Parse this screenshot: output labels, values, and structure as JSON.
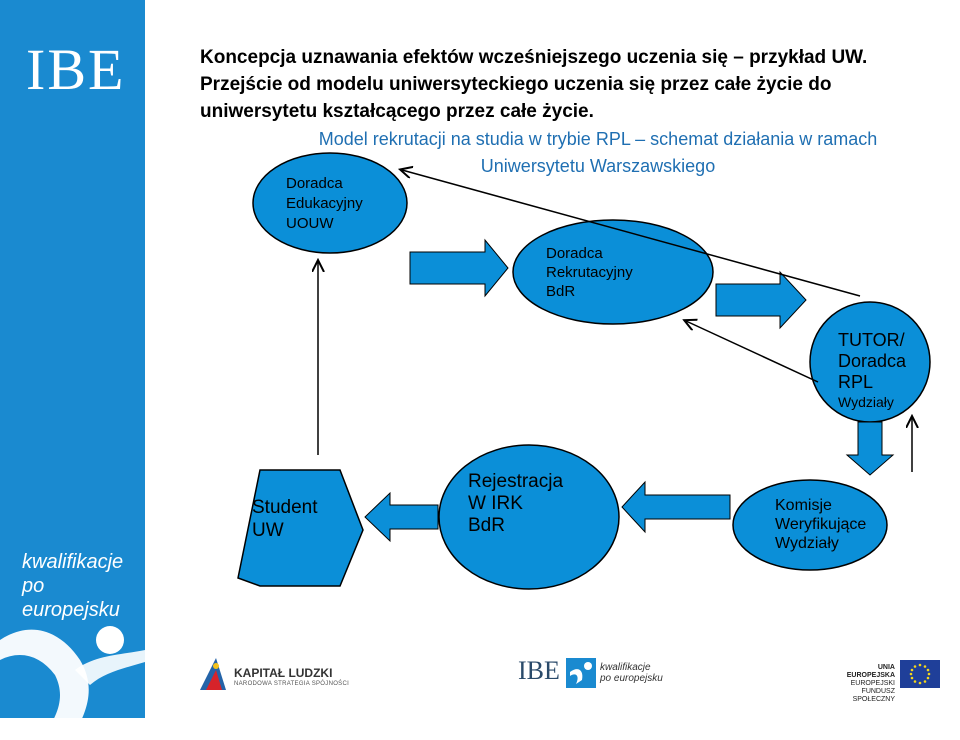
{
  "sidebar": {
    "logo_text": "IBE",
    "tagline_line1": "kwalifikacje",
    "tagline_line2": "po europejsku",
    "color": "#1a8ad0"
  },
  "title": {
    "line1": "Koncepcja uznawania efektów wcześniejszego uczenia się – przykład UW.",
    "line2": "Przejście od modelu uniwersyteckiego uczenia się przez całe życie do",
    "line3": "uniwersytetu kształcącego przez całe życie."
  },
  "subtitle": {
    "line1": "Model rekrutacji na studia w trybie RPL – schemat działania w ramach",
    "line2": "Uniwersytetu Warszawskiego",
    "color": "#1f6fb2"
  },
  "nodes": {
    "doradca_edukacyjny": {
      "line1": "Doradca",
      "line2": "Edukacyjny",
      "line3": "UOUW"
    },
    "doradca_rekrutacyjny": {
      "line1": "Doradca",
      "line2": "Rekrutacyjny",
      "line3": "BdR"
    },
    "tutor": {
      "line1": "TUTOR/",
      "line2": "Doradca",
      "line3": "RPL",
      "line4": "Wydziały"
    },
    "student": {
      "line1": "Student",
      "line2": "UW"
    },
    "rejestracja": {
      "line1": "Rejestracja",
      "line2": "W IRK",
      "line3": "BdR"
    },
    "komisje": {
      "line1": "Komisje",
      "line2": "Weryfikujące",
      "line3": "Wydziały"
    }
  },
  "colors": {
    "node_fill": "#0b8fd8",
    "node_stroke": "#000000"
  },
  "footer": {
    "kapital_title": "KAPITAŁ LUDZKI",
    "kapital_sub": "NARODOWA STRATEGIA SPÓJNOŚCI",
    "ibe": "IBE",
    "kw_line1": "kwalifikacje",
    "kw_line2": "po europejsku",
    "ue_line1": "UNIA EUROPEJSKA",
    "ue_line2": "EUROPEJSKI",
    "ue_line3": "FUNDUSZ SPOŁECZNY"
  }
}
